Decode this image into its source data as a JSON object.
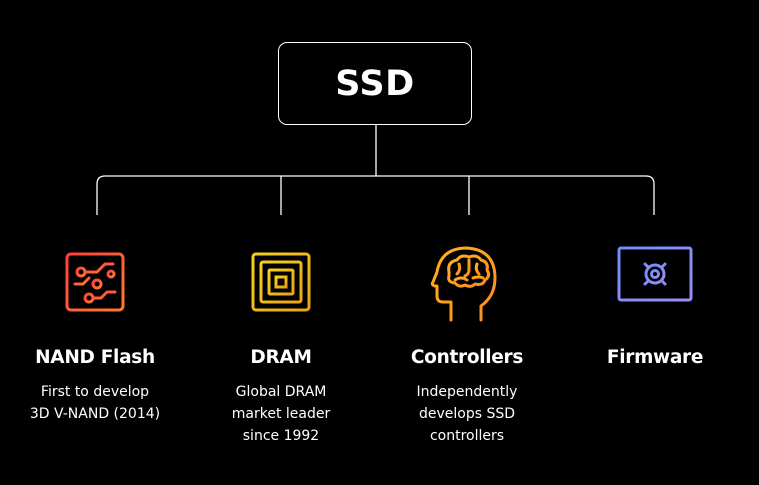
{
  "root": {
    "label": "SSD"
  },
  "nodes": [
    {
      "title": "NAND Flash",
      "icon": "circuit-chip-icon",
      "color": "#ff5a3c",
      "desc": [
        "First to develop",
        "3D V-NAND (2014)"
      ]
    },
    {
      "title": "DRAM",
      "icon": "memory-chip-icon",
      "color": "#f2c318",
      "desc": [
        "Global DRAM",
        "market leader",
        "since 1992"
      ]
    },
    {
      "title": "Controllers",
      "icon": "brain-head-icon",
      "color": "#ff9d1e",
      "desc": [
        "Independently",
        "develops SSD",
        "controllers"
      ]
    },
    {
      "title": "Firmware",
      "icon": "monitor-gear-icon",
      "color": "#7f8ff0",
      "desc": []
    }
  ]
}
